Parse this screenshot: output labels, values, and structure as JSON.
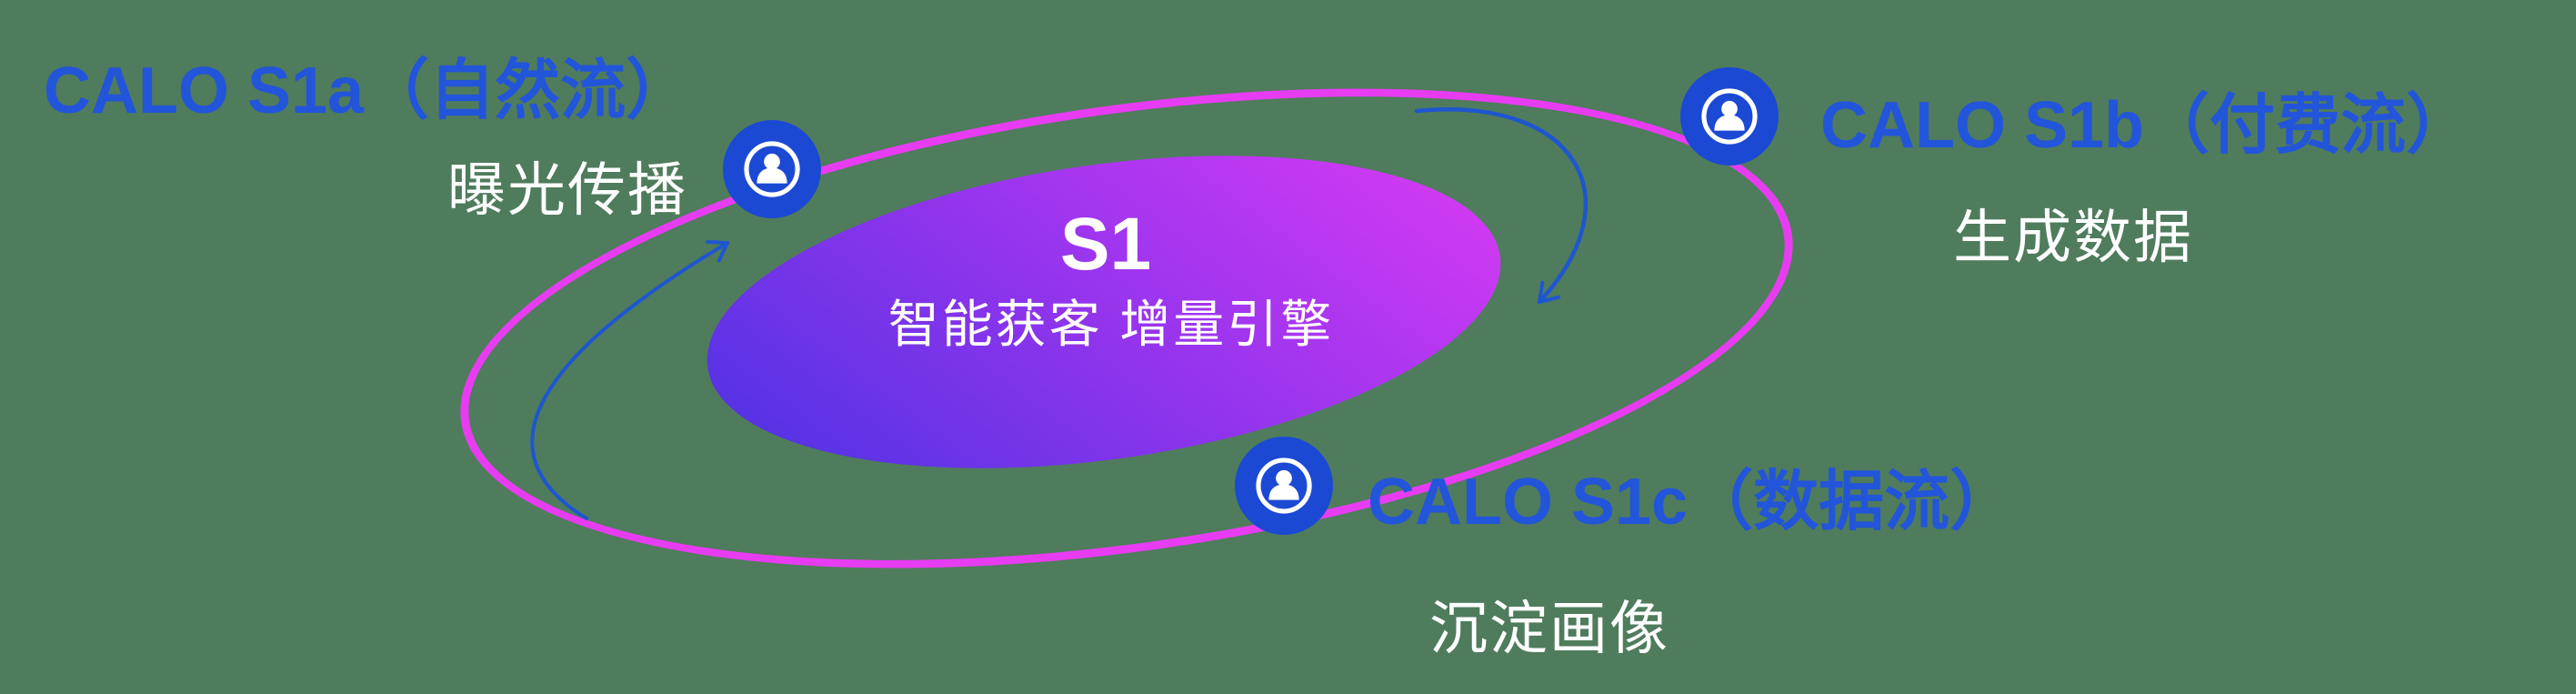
{
  "background_color": "#4f7c5c",
  "palette": {
    "title_blue": "#2355da",
    "node_blue": "#1b49d4",
    "ring_pink": "#e73cf2",
    "arrow_blue": "#1e56d0",
    "core_gradient_start": "#4632e2",
    "core_gradient_end": "#d83af4",
    "text_white": "#ffffff"
  },
  "core": {
    "title": "S1",
    "subtitle": "智能获客  增量引擎"
  },
  "nodes": [
    {
      "id": "s1a",
      "title": "CALO S1a（自然流）",
      "subtitle": "曝光传播",
      "icon": "person-icon"
    },
    {
      "id": "s1b",
      "title": "CALO S1b（付费流）",
      "subtitle": "生成数据",
      "icon": "person-icon"
    },
    {
      "id": "s1c",
      "title": "CALO S1c（数据流）",
      "subtitle": "沉淀画像",
      "icon": "person-icon"
    }
  ]
}
